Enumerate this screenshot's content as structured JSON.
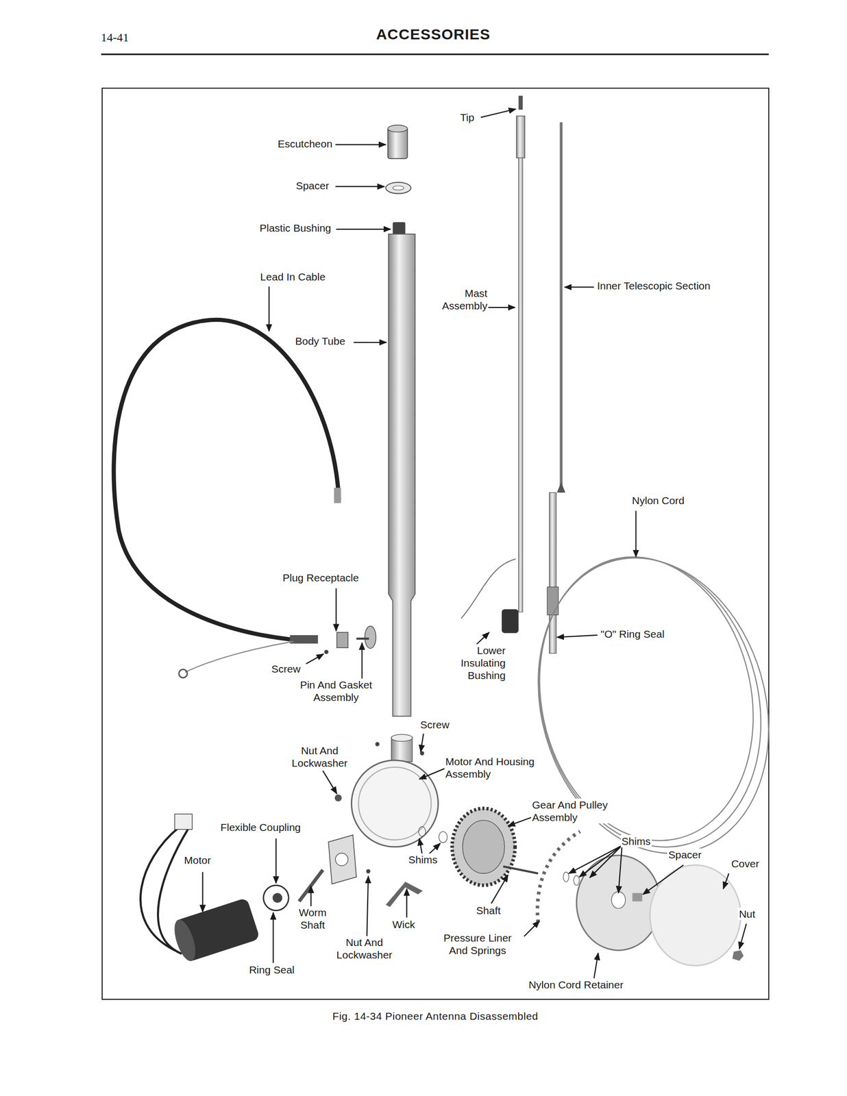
{
  "diagram": {
    "title": "ACCESSORIES",
    "caption": "Fig. 14-34 Pioneer Antenna Disassembled",
    "labels": [
      "14-41",
      "Tip",
      "Escutcheon",
      "Spacer",
      "Plastic Bushing",
      "Lead In Cable",
      "Mast Assembly",
      "Inner Telescopic Section",
      "Body Tube",
      "Nylon Cord",
      "Plug Receptacle",
      "\"O\" Ring Seal",
      "Screw",
      "Pin And Gasket Assembly",
      "Lower Insulating Bushing",
      "Screw",
      "Nut And Lockwasher",
      "Motor And Housing Assembly",
      "Gear And Pulley Assembly",
      "Flexible Coupling",
      "Shims",
      "Motor",
      "Spacer",
      "Cover",
      "Shims",
      "Worm Shaft",
      "Wick",
      "Shaft",
      "Nut",
      "Nut And Lockwasher",
      "Pressure Liner And Springs",
      "Ring Seal",
      "Nylon Cord Retainer"
    ]
  }
}
